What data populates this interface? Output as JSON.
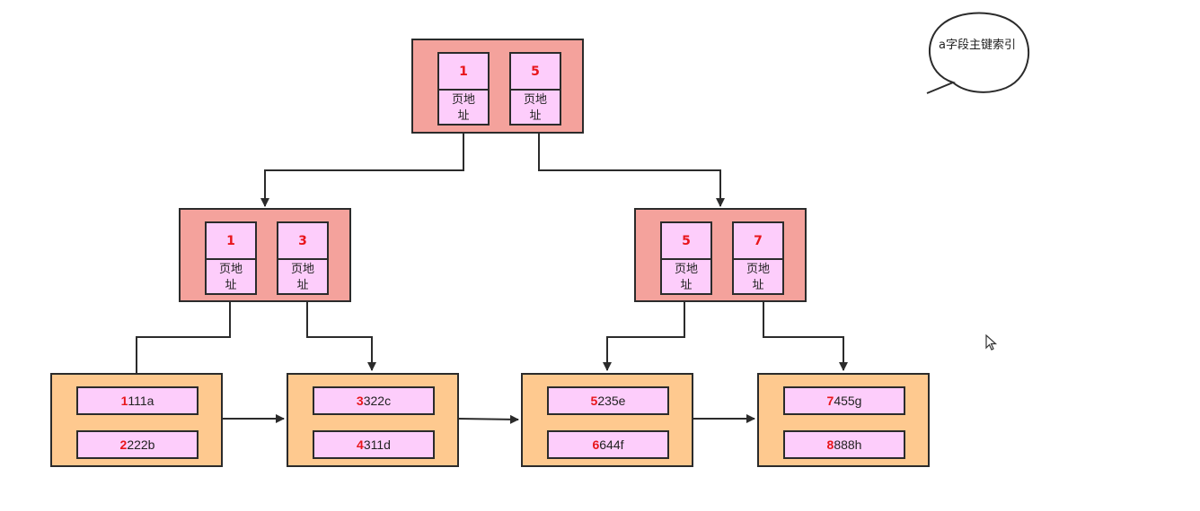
{
  "tree": {
    "root": {
      "keys": [
        {
          "key": "1",
          "pointer": "页地址"
        },
        {
          "key": "5",
          "pointer": "页地址"
        }
      ]
    },
    "internal": [
      {
        "keys": [
          {
            "key": "1",
            "pointer": "页地址"
          },
          {
            "key": "3",
            "pointer": "页地址"
          }
        ]
      },
      {
        "keys": [
          {
            "key": "5",
            "pointer": "页地址"
          },
          {
            "key": "7",
            "pointer": "页地址"
          }
        ]
      }
    ],
    "leaves": [
      {
        "rows": [
          {
            "key": "1",
            "rest": "111a"
          },
          {
            "key": "2",
            "rest": "222b"
          }
        ]
      },
      {
        "rows": [
          {
            "key": "3",
            "rest": "322c"
          },
          {
            "key": "4",
            "rest": "311d"
          }
        ]
      },
      {
        "rows": [
          {
            "key": "5",
            "rest": "235e"
          },
          {
            "key": "6",
            "rest": "644f"
          }
        ]
      },
      {
        "rows": [
          {
            "key": "7",
            "rest": "455g"
          },
          {
            "key": "8",
            "rest": "888h"
          }
        ]
      }
    ]
  },
  "callout": {
    "text": "a字段主键索引"
  },
  "colors": {
    "internal_node": "#f4a29c",
    "leaf_node": "#fec98f",
    "cell": "#fdcdfb",
    "key_text": "#e8151b",
    "stroke": "#2b2b2b"
  },
  "icons": {
    "cursor": "mouse-pointer-icon"
  }
}
